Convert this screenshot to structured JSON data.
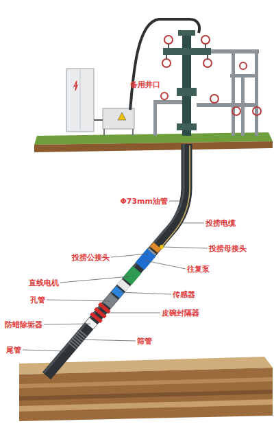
{
  "diagram": {
    "labels": [
      "备用井口",
      "Φ73mm油管",
      "投捞电缆",
      "投捞母接头",
      "投捞公接头",
      "往复泵",
      "直线电机",
      "传感器",
      "孔管",
      "皮碗封隔器",
      "防蜡除垢器",
      "筛管",
      "尾管"
    ]
  }
}
